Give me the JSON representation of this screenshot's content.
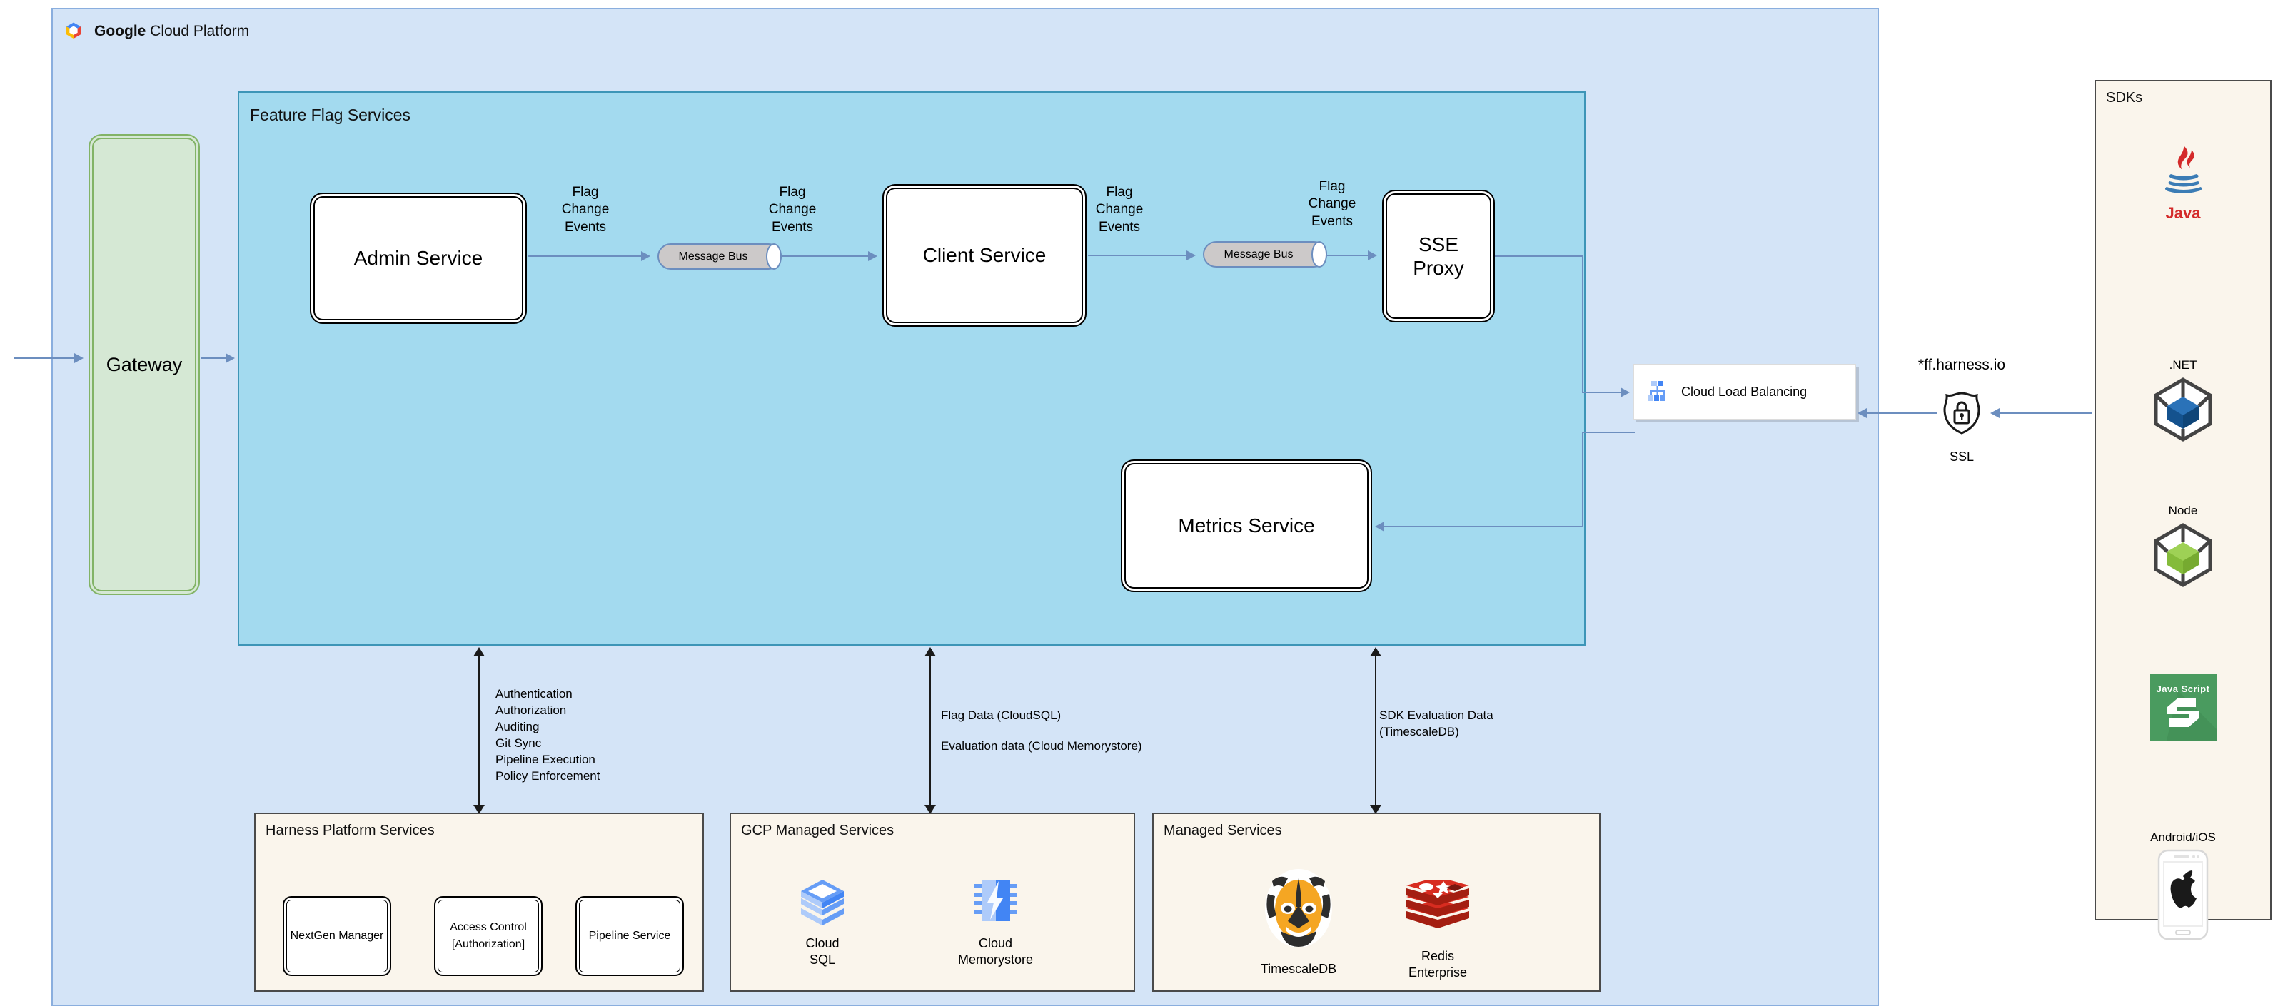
{
  "gcp": {
    "title_bold": "Google",
    "title_rest": " Cloud Platform",
    "logo_icon": "google-cloud-logo"
  },
  "feature_flag_services": {
    "title": "Feature Flag Services",
    "services": [
      {
        "id": "admin",
        "label": "Admin Service"
      },
      {
        "id": "client",
        "label": "Client Service"
      },
      {
        "id": "sse",
        "label": "SSE Proxy"
      },
      {
        "id": "metrics",
        "label": "Metrics Service"
      }
    ],
    "message_buses": [
      {
        "label": "Message Bus"
      },
      {
        "label": "Message Bus"
      }
    ],
    "edge_labels": [
      "Flag\nChange\nEvents",
      "Flag\nChange\nEvents",
      "Flag\nChange\nEvents",
      "Flag\nChange\nEvents"
    ]
  },
  "gateway": {
    "label": "Gateway"
  },
  "load_balancer": {
    "label": "Cloud Load Balancing",
    "icon": "cloud-load-balancing-icon"
  },
  "edge": {
    "domain": "*ff.harness.io",
    "ssl_label": "SSL",
    "ssl_icon": "ssl-shield-lock-icon"
  },
  "notes": {
    "platform": "Authentication\nAuthorization\nAuditing\nGit Sync\nPipeline Execution\nPolicy Enforcement",
    "data_line1": "Flag Data (CloudSQL)",
    "data_line2": "Evaluation data (Cloud Memorystore)",
    "metrics_line1": "SDK Evaluation Data",
    "metrics_line2": "(TimescaleDB)"
  },
  "panels": {
    "harness": {
      "title": "Harness Platform Services",
      "items": [
        {
          "label": "NextGen Manager"
        },
        {
          "label": "Access Control\n[Authorization]"
        },
        {
          "label": "Pipeline Service"
        }
      ]
    },
    "gcp_managed": {
      "title": "GCP Managed Services",
      "items": [
        {
          "label": "Cloud\nSQL",
          "icon": "cloud-sql-icon"
        },
        {
          "label": "Cloud\nMemorystore",
          "icon": "cloud-memorystore-icon"
        }
      ]
    },
    "managed": {
      "title": "Managed Services",
      "items": [
        {
          "label": "TimescaleDB",
          "icon": "timescaledb-tiger-icon"
        },
        {
          "label": "Redis\nEnterprise",
          "icon": "redis-icon"
        }
      ]
    }
  },
  "sdks": {
    "title": "SDKs",
    "items": [
      {
        "label": "Java",
        "icon": "java-icon",
        "label_position": "below"
      },
      {
        "label": ".NET",
        "icon": "dotnet-cube-icon",
        "label_position": "above"
      },
      {
        "label": "Node",
        "icon": "node-cube-icon",
        "label_position": "above"
      },
      {
        "label": "Java Script",
        "icon": "javascript-icon",
        "label_position": "inside"
      },
      {
        "label": "Android/iOS",
        "icon": "mobile-phone-apple-icon",
        "label_position": "above"
      }
    ]
  },
  "colors": {
    "gcp_panel": "#d4e4f7",
    "ffs_panel": "#a3daef",
    "panel_cream": "#faf5ec",
    "gateway_green": "#d5e8d4",
    "connector_blue": "#6c8ebf"
  }
}
